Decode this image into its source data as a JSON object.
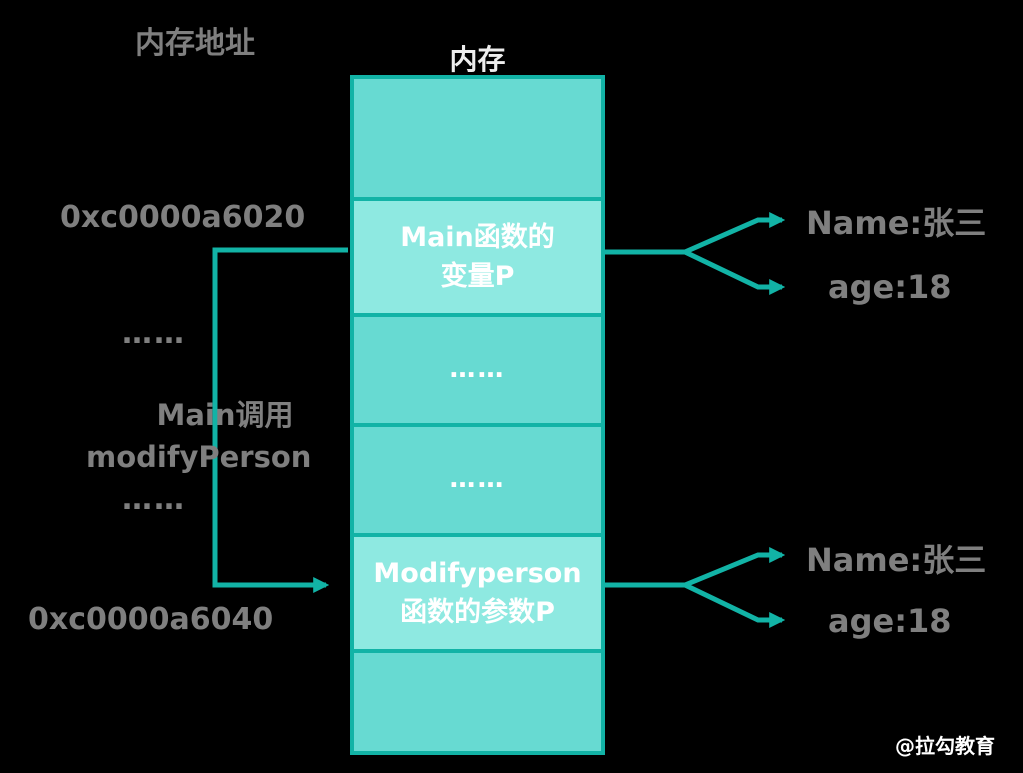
{
  "colors": {
    "background": "#000000",
    "teal_border": "#12b3a6",
    "cell_fill": "#67dad2",
    "cell_fill_highlight": "#8ee9e1",
    "gray_text": "#7f7f7f",
    "light_text": "#ededed"
  },
  "header": {
    "memory_address_label": "内存地址",
    "memory_label": "内存"
  },
  "memory_column": {
    "cells": [
      {
        "type": "empty"
      },
      {
        "type": "highlight",
        "line1": "Main函数的",
        "line2": "变量P"
      },
      {
        "type": "dots",
        "dots": "……"
      },
      {
        "type": "dots",
        "dots": "……"
      },
      {
        "type": "highlight",
        "line1": "Modifyperson",
        "line2": "函数的参数P"
      },
      {
        "type": "empty"
      }
    ]
  },
  "left": {
    "address_top": "0xc0000a6020",
    "dots_top": "……",
    "caption_line1": "Main调用",
    "caption_line2": "modifyPerson",
    "dots_bottom": "……",
    "address_bottom": "0xc0000a6040"
  },
  "right": {
    "top_group": {
      "name": "Name:张三",
      "age": "age:18"
    },
    "bottom_group": {
      "name": "Name:张三",
      "age": "age:18"
    }
  },
  "watermark": "@拉勾教育"
}
